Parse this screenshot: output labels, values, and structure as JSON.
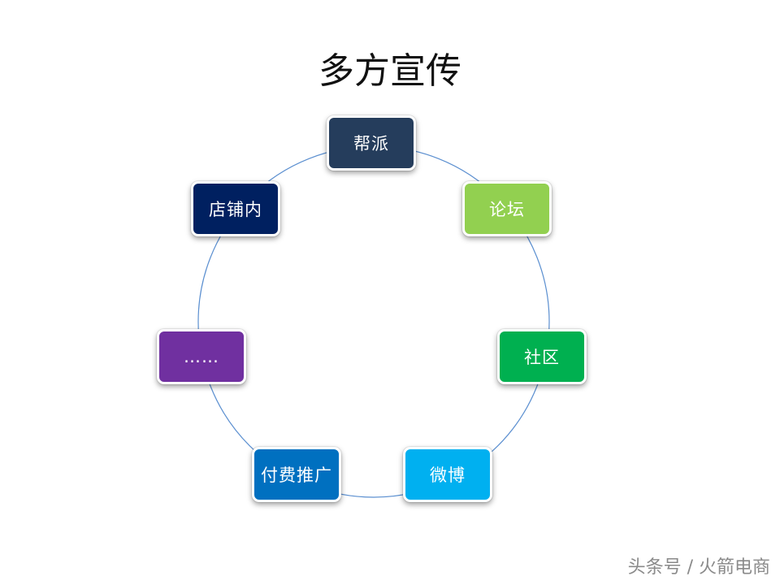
{
  "title": "多方宣传",
  "nodes": [
    {
      "label": "帮派",
      "color": "#253d5c"
    },
    {
      "label": "论坛",
      "color": "#92d050"
    },
    {
      "label": "社区",
      "color": "#00b050"
    },
    {
      "label": "微博",
      "color": "#00b0f0"
    },
    {
      "label": "付费推广",
      "color": "#0070c0"
    },
    {
      "label": "……",
      "color": "#7030a0"
    },
    {
      "label": "店铺内",
      "color": "#002060"
    }
  ],
  "ring_color": "#5b8fd0",
  "watermark": "头条号 / 火箭电商"
}
